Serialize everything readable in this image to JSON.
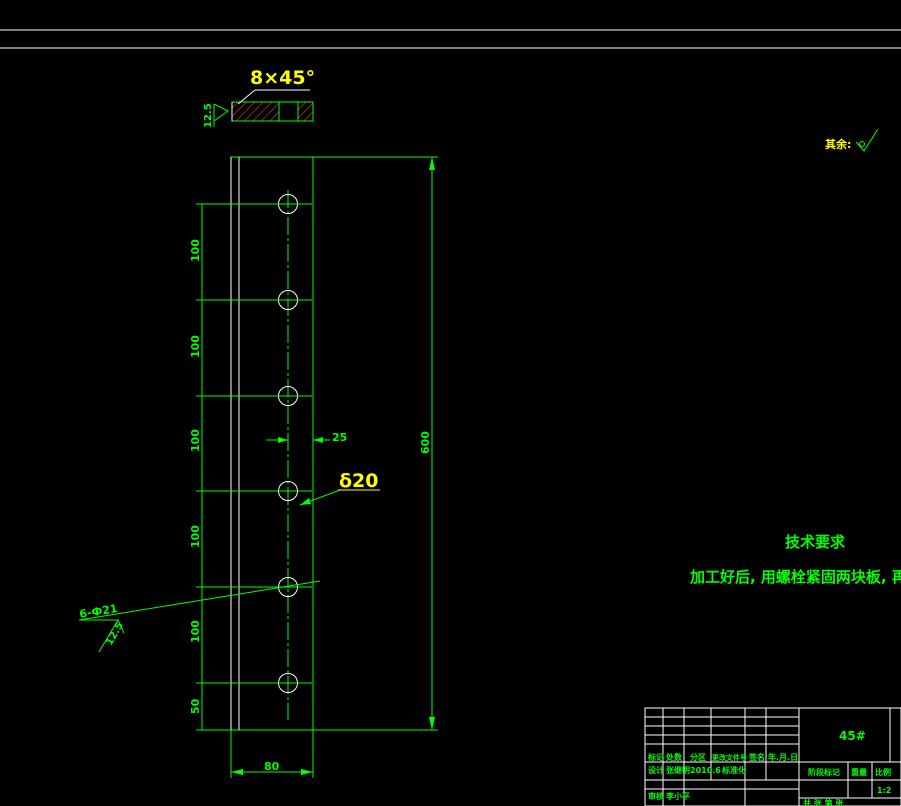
{
  "section": {
    "chamfer": "8×45°",
    "roughness": "12.5"
  },
  "surface_mark": {
    "label": "其余:"
  },
  "dims": {
    "spacing": [
      "100",
      "100",
      "100",
      "100",
      "100"
    ],
    "bottom": "50",
    "total": "600",
    "width": "80",
    "center": "25",
    "thickness": "δ20",
    "holes": "6-Ф21",
    "hole_roughness": "12.5"
  },
  "notes": {
    "title": "技术要求",
    "line": "加工好后, 用螺栓紧固两块板, 再焊"
  },
  "title_block": {
    "material": "45#",
    "row1": [
      "标记",
      "处数",
      "分区",
      "更改文件号",
      "签名",
      "年.月.日"
    ],
    "row2": [
      "设计",
      "张继明",
      "2010.6",
      "标准化"
    ],
    "row3": [
      "审核",
      "李小平"
    ],
    "stage": "阶段标记",
    "weight": "重量",
    "scale_label": "比例",
    "scale": "1:2",
    "sheet": "共 张 第 张"
  },
  "colors": {
    "outline": "#00ff00",
    "highlight": "#ffff00",
    "frame": "#ffffff",
    "hatch": "#ff3b3b"
  }
}
